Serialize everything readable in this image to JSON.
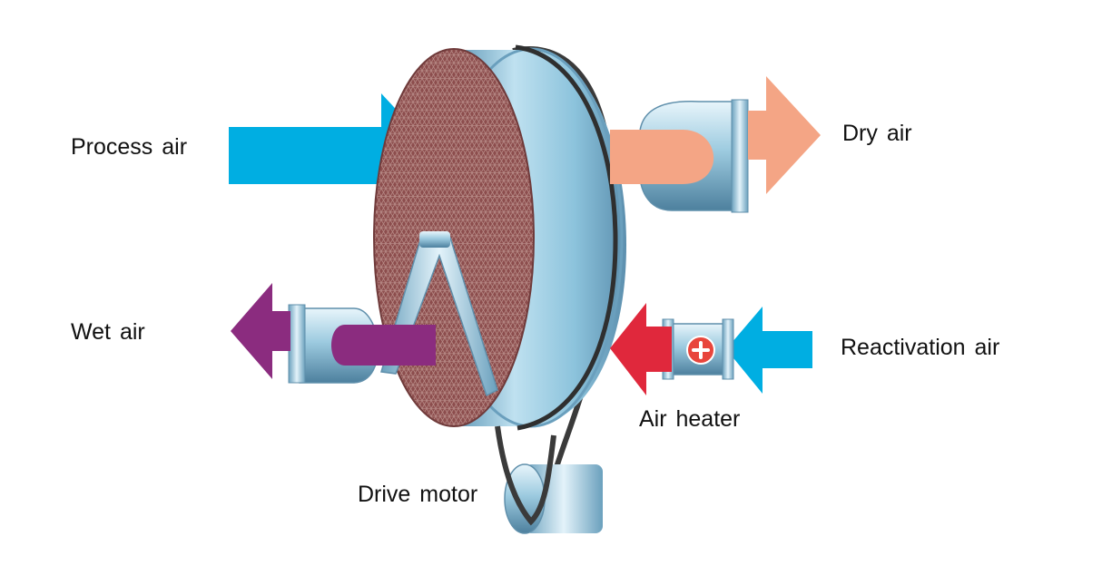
{
  "labels": {
    "process_air": "Process air",
    "dry_air": "Dry air",
    "wet_air": "Wet air",
    "reactivation_air": "Reactivation air",
    "air_heater": "Air heater",
    "drive_motor": "Drive motor"
  },
  "icons": {
    "heater": "plus-icon"
  },
  "colors": {
    "process_air": "#00aee2",
    "dry_air": "#f4a585",
    "wet_air": "#8b2c7f",
    "reactivation_air": "#00aee2",
    "heated_air": "#e0283c",
    "rotor_media": "#8a4b4b",
    "housing": "#8fc6de",
    "heater_symbol": "#e8453c"
  }
}
